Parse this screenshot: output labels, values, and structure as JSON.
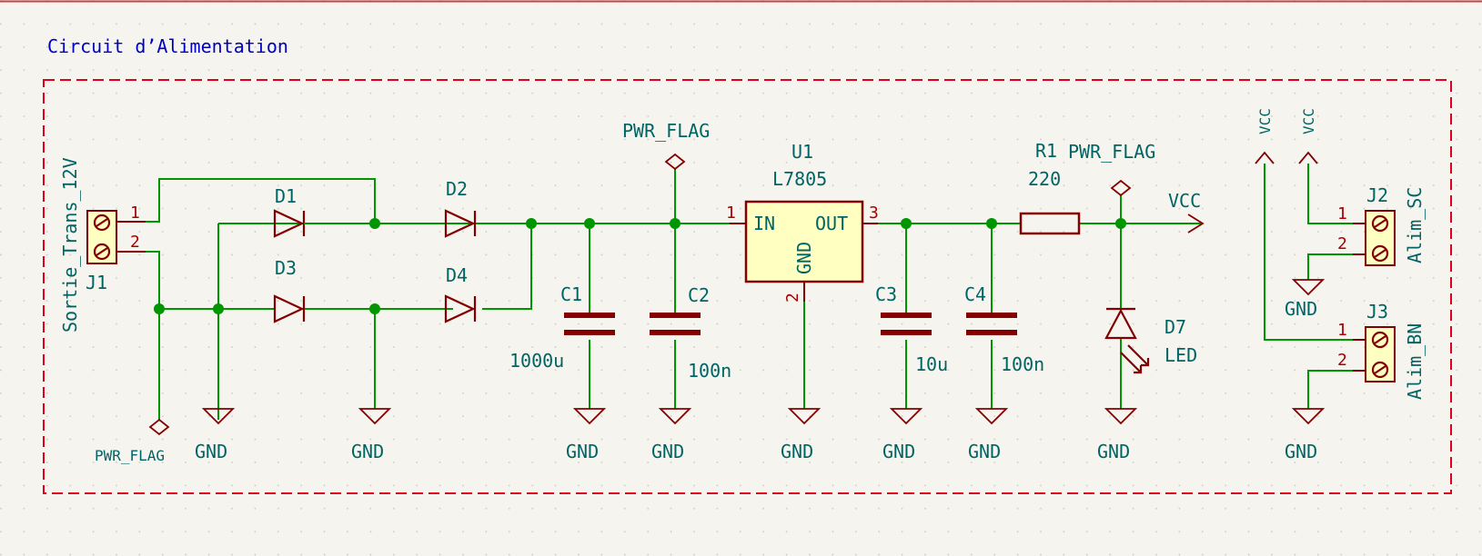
{
  "title": "Circuit d’Alimentation",
  "colors": {
    "background": "#f5f4ef",
    "wire": "#009600",
    "component": "#840000",
    "component_fill": "#ffffc2",
    "text": "#006464",
    "pin_number": "#a90000",
    "frame": "#e0001e",
    "title": "#0000c2"
  },
  "connectors": {
    "j1": {
      "ref": "J1",
      "value": "Sortie_Trans_12V",
      "pin1": "1",
      "pin2": "2"
    },
    "j2": {
      "ref": "J2",
      "value": "Alim_SC",
      "pin1": "1",
      "pin2": "2"
    },
    "j3": {
      "ref": "J3",
      "value": "Alim_BN",
      "pin1": "1",
      "pin2": "2"
    }
  },
  "diodes": {
    "d1": "D1",
    "d2": "D2",
    "d3": "D3",
    "d4": "D4"
  },
  "capacitors": {
    "c1": {
      "ref": "C1",
      "value": "1000u"
    },
    "c2": {
      "ref": "C2",
      "value": "100n"
    },
    "c3": {
      "ref": "C3",
      "value": "10u"
    },
    "c4": {
      "ref": "C4",
      "value": "100n"
    }
  },
  "regulator": {
    "ref": "U1",
    "value": "L7805",
    "pin_in": "IN",
    "pin_out": "OUT",
    "pin_gnd": "GND",
    "num_in": "1",
    "num_out": "3",
    "num_gnd": "2"
  },
  "resistor": {
    "ref": "R1",
    "value": "220"
  },
  "led": {
    "ref": "D7",
    "value": "LED"
  },
  "power": {
    "pwr_flag": "PWR_FLAG",
    "gnd": "GND",
    "vcc": "VCC"
  }
}
